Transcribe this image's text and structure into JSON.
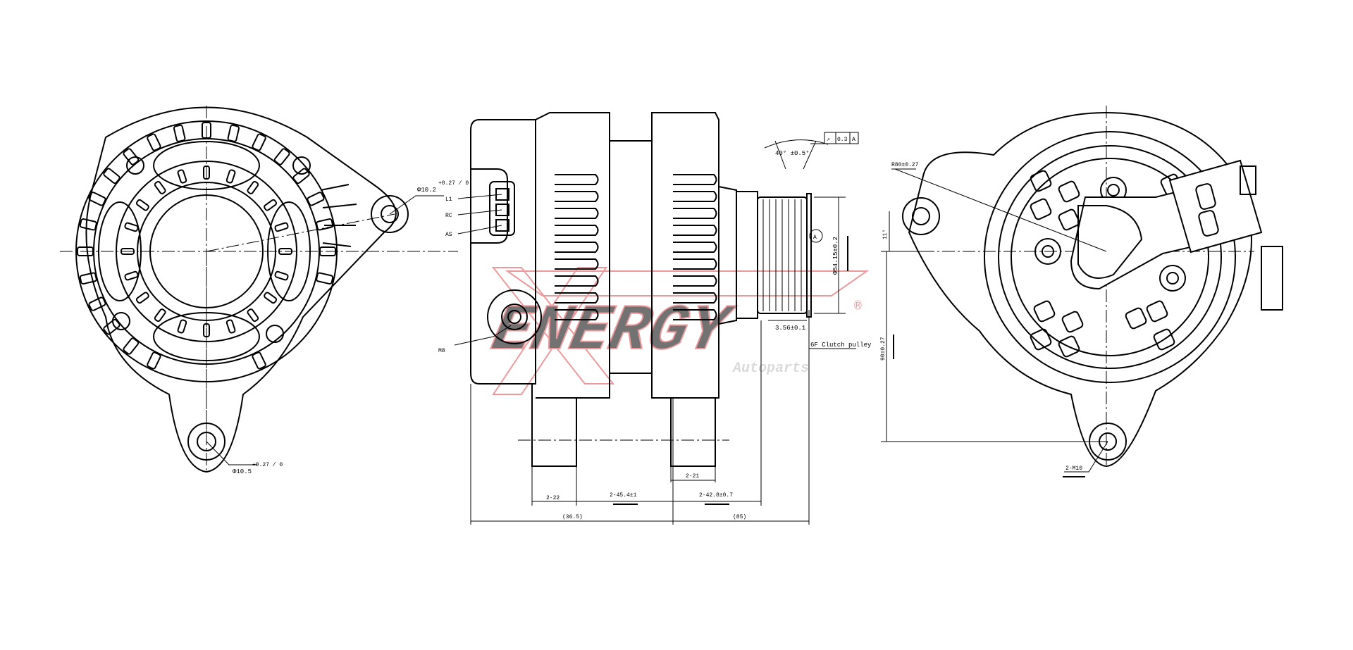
{
  "brand": {
    "name": "ENERGY",
    "sub": "Autoparts",
    "registered": "®",
    "color": "#e0474c"
  },
  "front_view": {
    "hole_top": "Φ10.2",
    "hole_top_tol": "+0.27 / 0",
    "hole_bottom": "Φ10.5",
    "hole_bottom_tol": "+0.27 / 0"
  },
  "side_view": {
    "terminals": [
      "L1",
      "RC",
      "AS"
    ],
    "b_terminal": "M8",
    "angle": "40° ±0.5°",
    "runout_symbol": "↗",
    "runout_value": "0.3",
    "datum": "A",
    "pulley_dia": "Φ54.15±0.2",
    "pulley_offset": "3.56±0.1",
    "pulley_note": "6F Clutch pulley",
    "dims": {
      "d1": "2-22",
      "d2": "2-45.4±1",
      "d3": "2-21",
      "d4": "2-42.8±0.7",
      "d5": "(36.5)",
      "d6": "(85)"
    }
  },
  "rear_view": {
    "radius": "R80±0.27",
    "angle": "11°",
    "height": "90±0.27",
    "thread": "2-M10"
  },
  "colors": {
    "line": "#000000",
    "background": "#ffffff"
  }
}
